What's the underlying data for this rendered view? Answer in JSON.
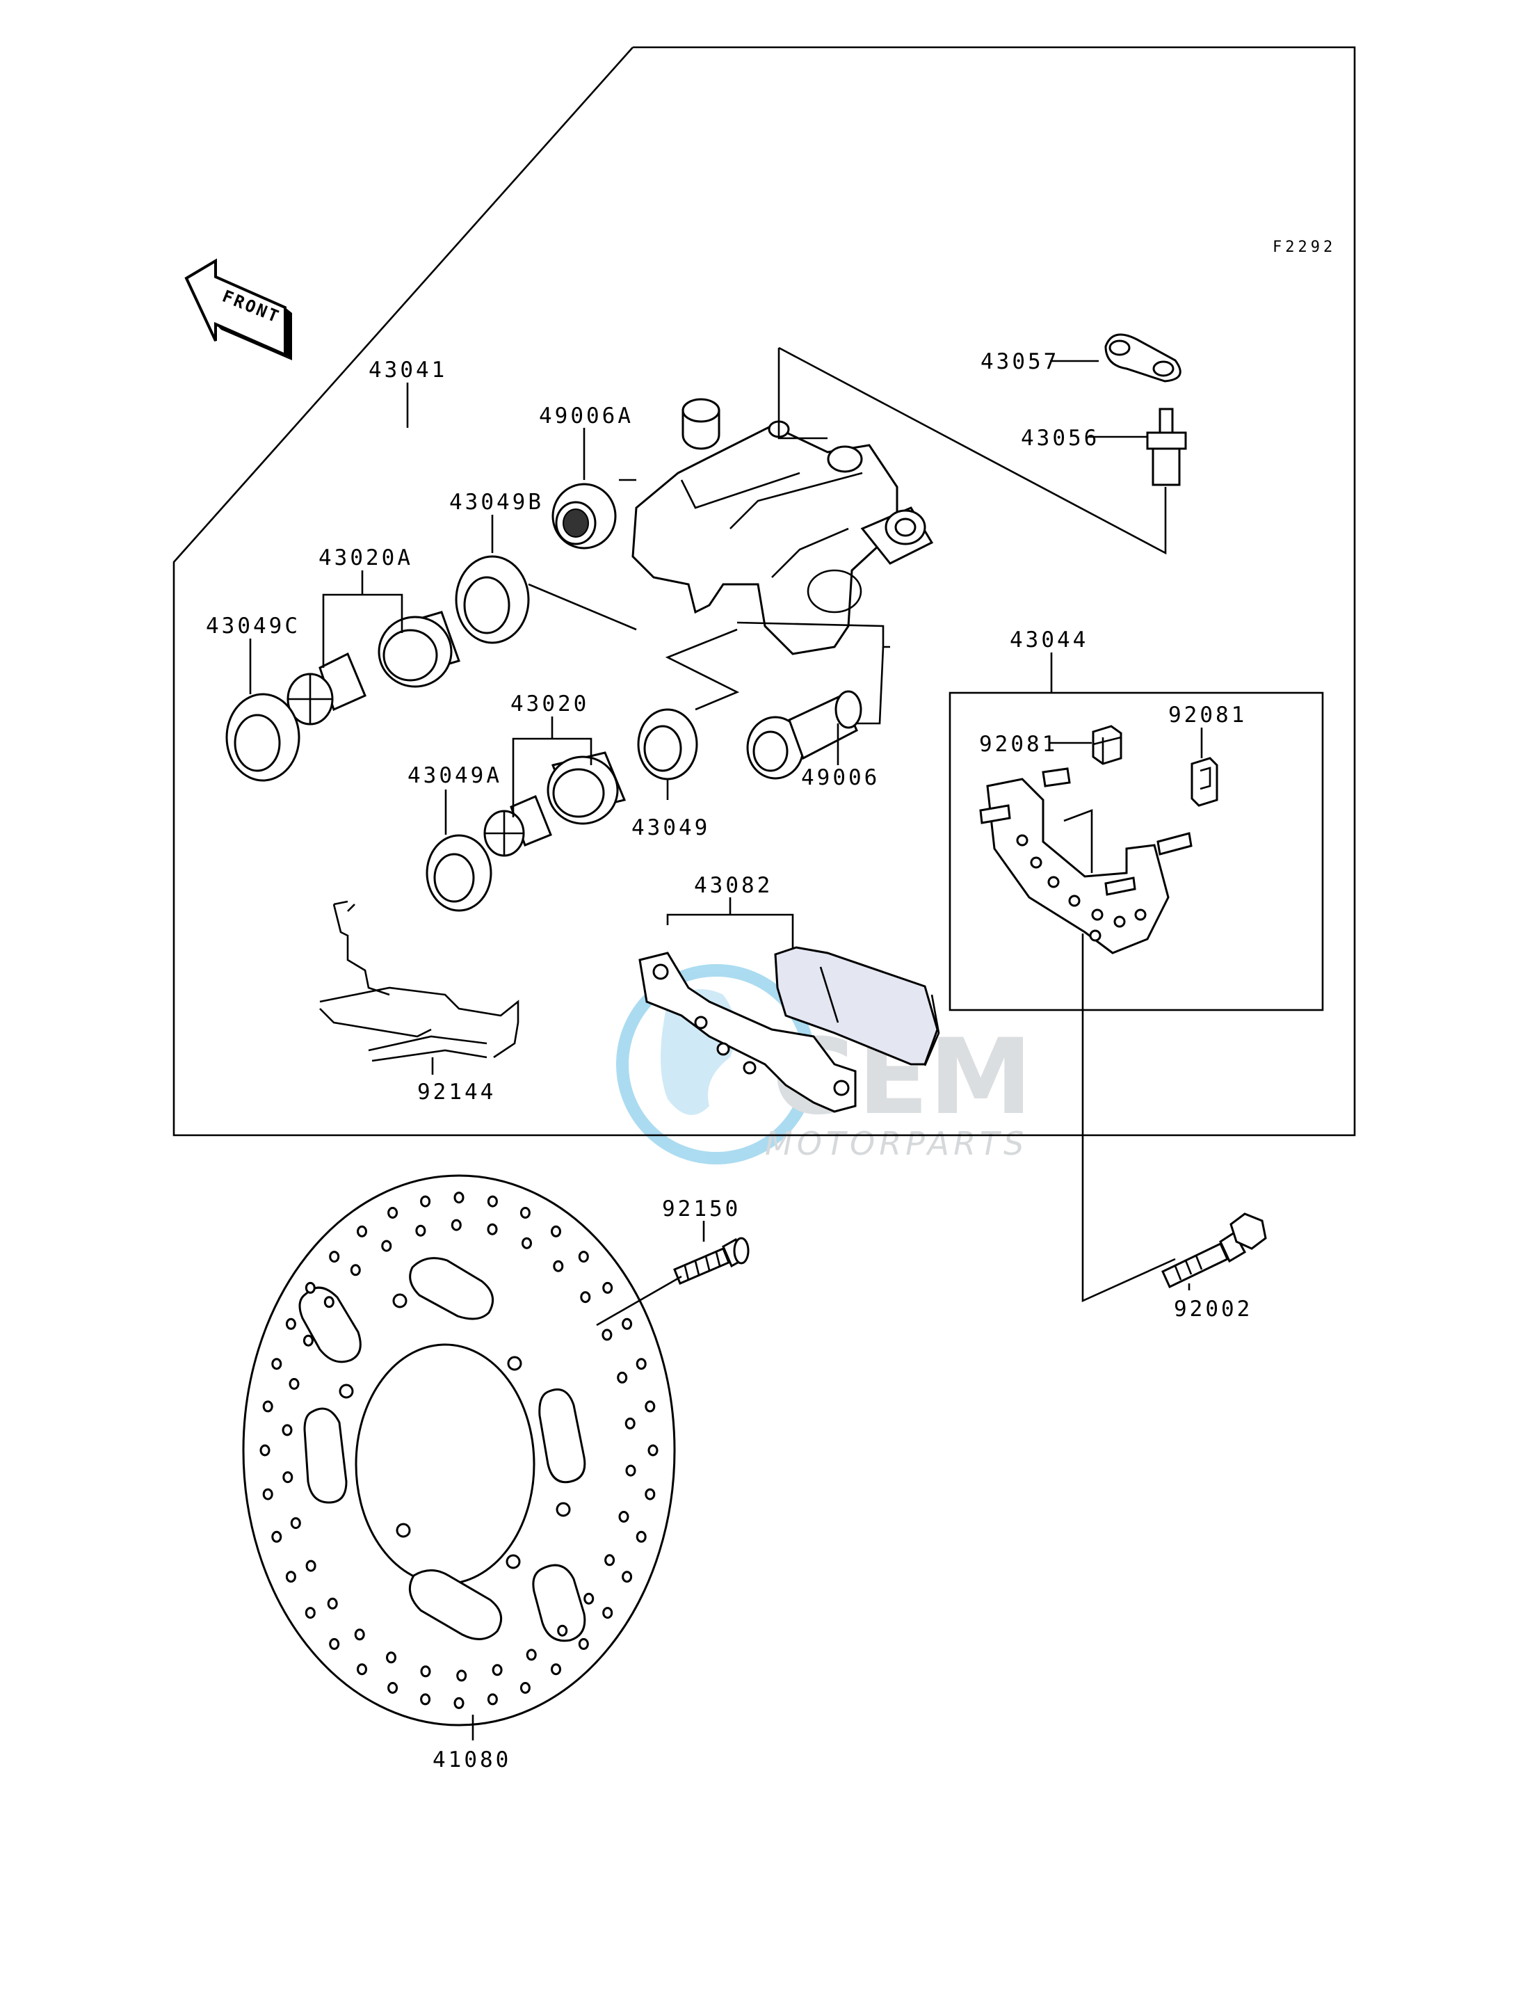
{
  "figure_code": "F2292",
  "front_arrow": {
    "label": "FRONT"
  },
  "watermark": {
    "brand": "GEM",
    "sub": "MOTORPARTS",
    "accent_color": "#3fa9d6"
  },
  "parts": {
    "p43041": "43041",
    "p49006A": "49006A",
    "p43049B": "43049B",
    "p43020A": "43020A",
    "p43049C": "43049C",
    "p43020": "43020",
    "p43049A": "43049A",
    "p43049": "43049",
    "p49006": "49006",
    "p43057": "43057",
    "p43056": "43056",
    "p43044": "43044",
    "p92081a": "92081",
    "p92081b": "92081",
    "p43082": "43082",
    "p92144": "92144",
    "p92150": "92150",
    "p92002": "92002",
    "p41080": "41080"
  }
}
